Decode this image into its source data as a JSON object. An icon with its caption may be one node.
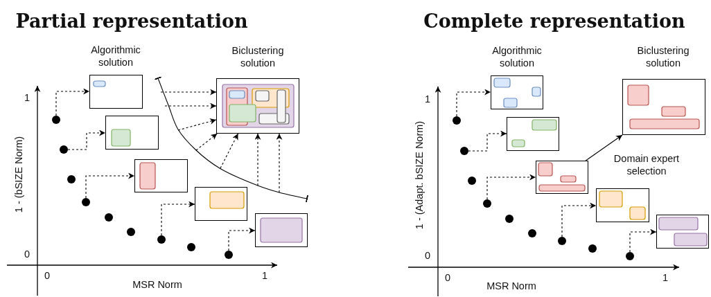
{
  "diagram": {
    "nodes": [
      {
        "text": [],
        "shape": "circle"
      },
      {
        "text": [],
        "shape": "circle"
      },
      {
        "text": [],
        "shape": "circle"
      },
      {
        "text": [],
        "shape": "circle"
      },
      {
        "text": [],
        "shape": "circle"
      },
      {
        "text": [],
        "shape": "circle"
      },
      {
        "text": [],
        "shape": "circle"
      },
      {
        "text": [],
        "shape": "circle"
      },
      {
        "text": [],
        "shape": "circle"
      },
      {
        "text": [],
        "shape": "box"
      },
      {
        "text": [],
        "shape": "box"
      },
      {
        "text": [],
        "shape": "box"
      },
      {
        "text": [],
        "shape": "box"
      },
      {
        "text": [],
        "shape": "box"
      },
      {
        "text": [],
        "shape": "box"
      },
      {
        "text": [],
        "shape": "circle"
      },
      {
        "text": [],
        "shape": "circle"
      },
      {
        "text": [],
        "shape": "circle"
      },
      {
        "text": [],
        "shape": "circle"
      },
      {
        "text": [],
        "shape": "circle"
      },
      {
        "text": [],
        "shape": "circle"
      },
      {
        "text": [],
        "shape": "circle"
      },
      {
        "text": [],
        "shape": "circle"
      },
      {
        "text": [],
        "shape": "circle"
      },
      {
        "text": [],
        "shape": "box"
      },
      {
        "text": [],
        "shape": "box"
      },
      {
        "text": [],
        "shape": "box"
      },
      {
        "text": [],
        "shape": "box"
      },
      {
        "text": [],
        "shape": "box"
      },
      {
        "text": [],
        "shape": "box"
      }
    ],
    "edges": [
      {
        "from": 0,
        "to": 9,
        "arrow": "to",
        "style": "dashed"
      },
      {
        "from": 1,
        "to": 10,
        "arrow": "to",
        "style": "dashed"
      },
      {
        "from": 3,
        "to": 11,
        "arrow": "to",
        "style": "dashed"
      },
      {
        "from": 6,
        "to": 12,
        "arrow": "to",
        "style": "dashed"
      },
      {
        "from": 8,
        "to": 13,
        "arrow": "to",
        "style": "dashed"
      },
      {
        "from": null,
        "to": 14,
        "arrow": "to",
        "style": "dashed"
      },
      {
        "from": null,
        "to": 14,
        "arrow": "to",
        "style": "dashed"
      },
      {
        "from": null,
        "to": 14,
        "arrow": "to",
        "style": "dashed"
      },
      {
        "from": null,
        "to": 14,
        "arrow": "to",
        "style": "dashed"
      },
      {
        "from": null,
        "to": 14,
        "arrow": "to",
        "style": "dashed"
      },
      {
        "from": null,
        "to": 14,
        "arrow": "to",
        "style": "dashed"
      },
      {
        "from": null,
        "to": 14,
        "arrow": "to",
        "style": "dashed"
      },
      {
        "from": 15,
        "to": 24,
        "arrow": "to",
        "style": "dashed"
      },
      {
        "from": 16,
        "to": 25,
        "arrow": "to",
        "style": "dashed"
      },
      {
        "from": 18,
        "to": 26,
        "arrow": "to",
        "style": "dashed"
      },
      {
        "from": 21,
        "to": 27,
        "arrow": "to",
        "style": "dashed"
      },
      {
        "from": 23,
        "to": 28,
        "arrow": "to",
        "style": "dashed"
      },
      {
        "from": 26,
        "to": 29,
        "arrow": "to",
        "label": "Domain expert selection"
      }
    ],
    "labels": [
      "Partial representation",
      "Algorithmic solution",
      "Biclustering solution",
      "1",
      "1 - (bSIZE Norm)",
      "0",
      "0",
      "MSR Norm",
      "1",
      "Complete representation",
      "Algorithmic solution",
      "Biclustering solution",
      "1",
      "1 - (Adapt. bSIZE Norm)",
      "0",
      "0",
      "MSR Norm",
      "1"
    ]
  }
}
